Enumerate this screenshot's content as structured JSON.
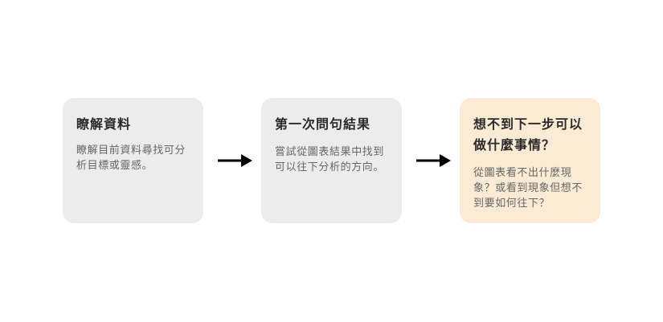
{
  "steps": [
    {
      "title": "瞭解資料",
      "description": "瞭解目前資料尋找可分析目標或靈感。"
    },
    {
      "title": "第一次問句結果",
      "description": "嘗試從圖表結果中找到可以往下分析的方向。"
    },
    {
      "title": "想不到下一步可以做什麼事情？",
      "description": "從圖表看不出什麼現象？或看到現象但想不到要如何往下？"
    }
  ],
  "colors": {
    "card_neutral": "#ececec",
    "card_highlight": "#fbebd4",
    "arrow": "#000000"
  },
  "icons": {
    "connector": "arrow-right-icon"
  }
}
